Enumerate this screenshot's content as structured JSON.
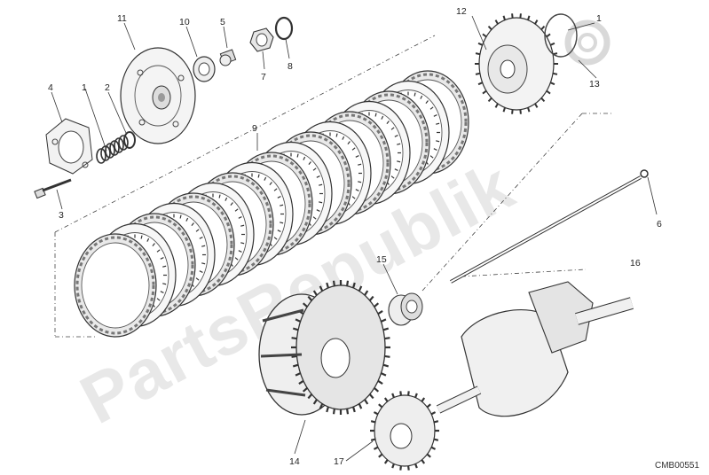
{
  "drawing_code": "CMB00551",
  "watermark": {
    "text": "PartsRepublik"
  },
  "callouts": [
    {
      "id": "1",
      "label": "1"
    },
    {
      "id": "1b",
      "label": "1"
    },
    {
      "id": "2",
      "label": "2"
    },
    {
      "id": "3",
      "label": "3"
    },
    {
      "id": "4",
      "label": "4"
    },
    {
      "id": "5",
      "label": "5"
    },
    {
      "id": "6",
      "label": "6"
    },
    {
      "id": "7",
      "label": "7"
    },
    {
      "id": "8",
      "label": "8"
    },
    {
      "id": "9",
      "label": "9"
    },
    {
      "id": "10",
      "label": "10"
    },
    {
      "id": "11",
      "label": "11"
    },
    {
      "id": "12",
      "label": "12"
    },
    {
      "id": "13",
      "label": "13"
    },
    {
      "id": "14",
      "label": "14"
    },
    {
      "id": "15",
      "label": "15"
    },
    {
      "id": "16",
      "label": "16"
    },
    {
      "id": "17",
      "label": "17"
    }
  ]
}
